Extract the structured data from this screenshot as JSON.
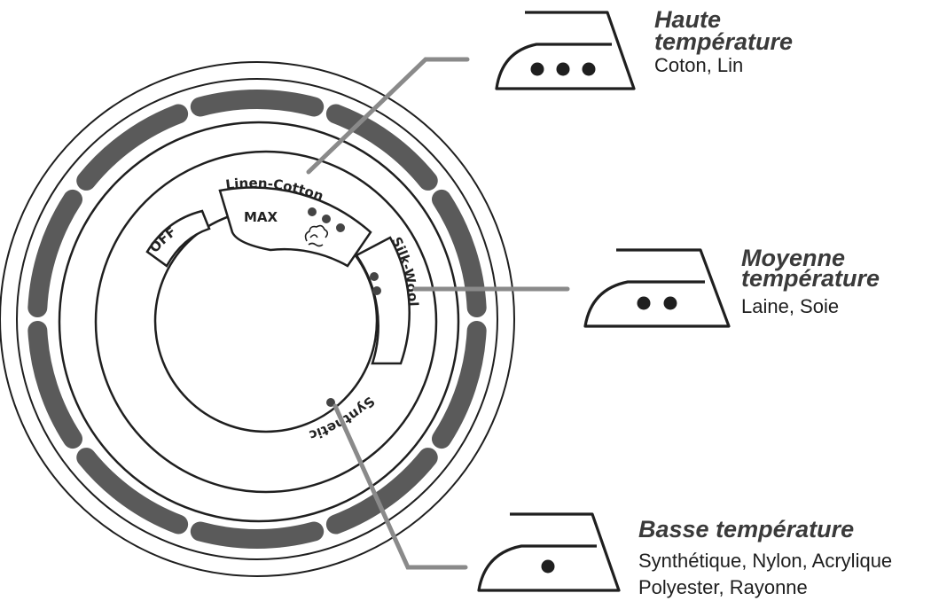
{
  "dial": {
    "off_label": "OFF",
    "max_label": "MAX",
    "linen_cotton_label": "Linen-Cotton",
    "silk_wool_label": "Silk-Wool",
    "synthetic_label": "Synthetic",
    "steam_icon": "steam-icon"
  },
  "callouts": {
    "high": {
      "title_line1": "Haute",
      "title_line2": "température",
      "desc": "Coton, Lin",
      "dots": 3,
      "icon": "iron-icon"
    },
    "medium": {
      "title_line1": "Moyenne",
      "title_line2": "température",
      "desc": "Laine, Soie",
      "dots": 2,
      "icon": "iron-icon"
    },
    "low": {
      "title": "Basse température",
      "desc_line1": "Synthétique, Nylon, Acrylique",
      "desc_line2": "Polyester, Rayonne",
      "dots": 1,
      "icon": "iron-icon"
    }
  },
  "colors": {
    "line": "#1f1f1f",
    "band": "#5a5a5a",
    "leader": "#8a8a8a",
    "dot": "#444444"
  }
}
